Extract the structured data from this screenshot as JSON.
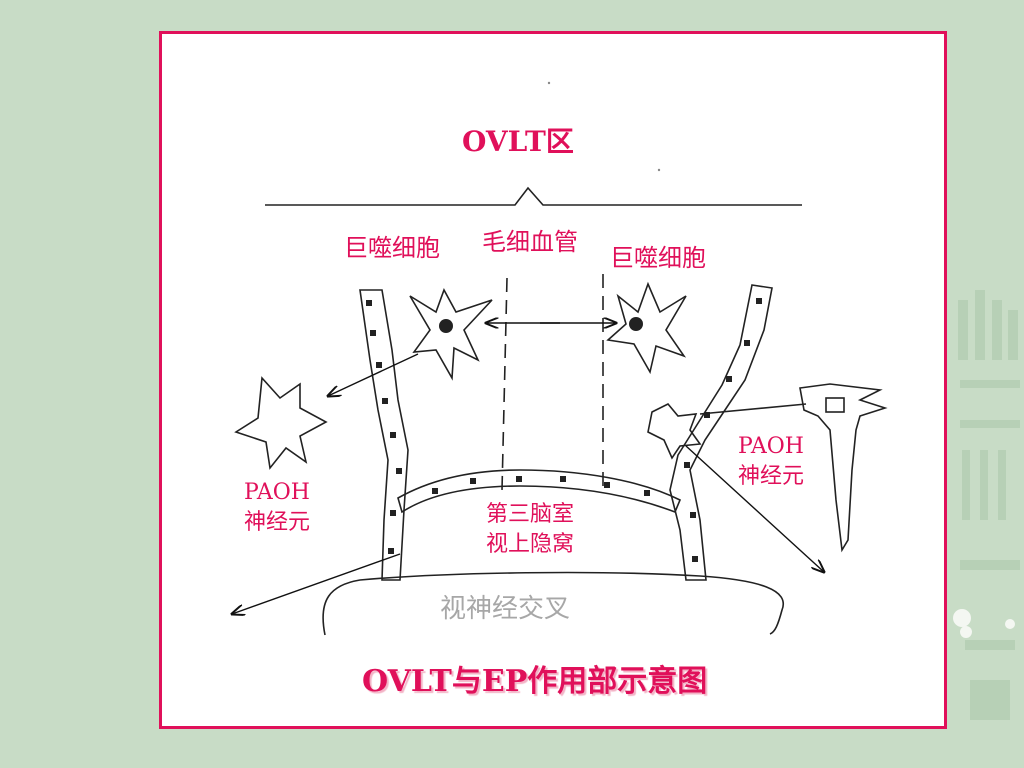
{
  "slide": {
    "frame_color": "#e0105a",
    "background_color": "#c8dcc6",
    "caption": "OVLT与EP作用部示意图"
  },
  "diagram": {
    "region_label": "OVLT区",
    "macrophage_left": "巨噬细胞",
    "capillary": "毛细血管",
    "macrophage_right": "巨噬细胞",
    "paoh_left": {
      "line1": "PAOH",
      "line2": "神经元"
    },
    "paoh_right": {
      "line1": "PAOH",
      "line2": "神经元"
    },
    "third_ventricle": {
      "line1": "第三脑室",
      "line2": "视上隐窝"
    },
    "optic_chiasm": "视神经交叉",
    "label_color": "#e0105a",
    "chiasm_label_color": "#a7a7a7"
  }
}
